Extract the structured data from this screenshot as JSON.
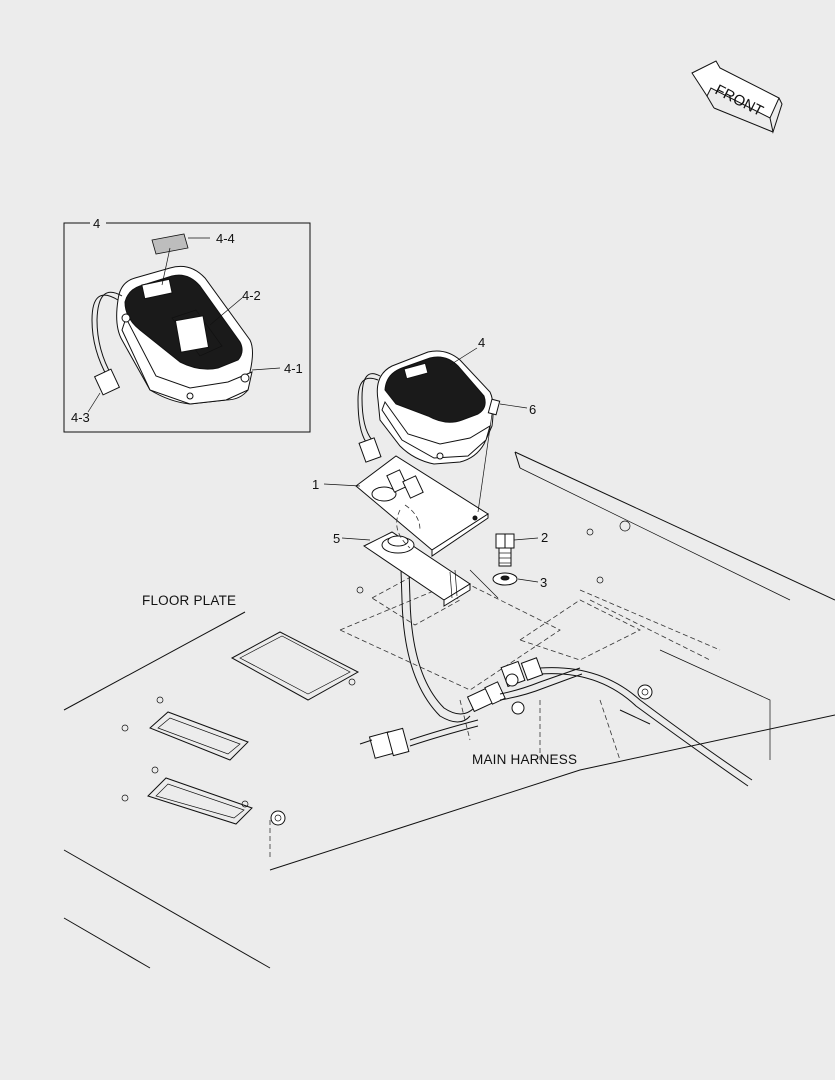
{
  "direction": {
    "text": "FRONT"
  },
  "labels": {
    "floor_plate": "FLOOR PLATE",
    "main_harness": "MAIN HARNESS"
  },
  "callouts": {
    "c1": "1",
    "c2": "2",
    "c3": "3",
    "c4": "4",
    "c5": "5",
    "c6": "6",
    "detail": "4",
    "c4_1": "4-1",
    "c4_2": "4-2",
    "c4_3": "4-3",
    "c4_4": "4-4"
  },
  "colors": {
    "background": "#ececec",
    "line": "#111111",
    "pedal_face": "#1a1a1a"
  }
}
